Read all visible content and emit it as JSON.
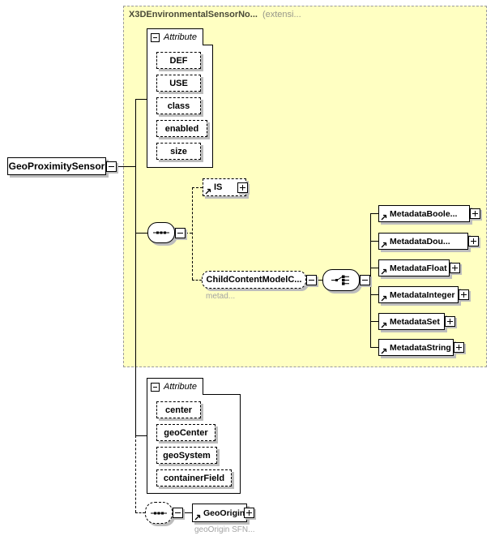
{
  "root_element": {
    "label": "GeoProximitySensor"
  },
  "base_group": {
    "title": "X3DEnvironmentalSensorNo...",
    "title_suffix": "(extensi...",
    "attribute_group": {
      "label": "Attribute",
      "items": [
        "DEF",
        "USE",
        "class",
        "enabled",
        "size"
      ]
    },
    "is_element": {
      "label": "IS"
    },
    "child_content_element": {
      "label": "ChildContentModelC...",
      "subtext": "metad..."
    },
    "metadata_elements": [
      {
        "label": "MetadataBoole..."
      },
      {
        "label": "MetadataDou..."
      },
      {
        "label": "MetadataFloat"
      },
      {
        "label": "MetadataInteger"
      },
      {
        "label": "MetadataSet"
      },
      {
        "label": "MetadataString"
      }
    ]
  },
  "local_attribute_group": {
    "label": "Attribute",
    "items": [
      "center",
      "geoCenter",
      "geoSystem",
      "containerField"
    ]
  },
  "geo_origin_element": {
    "label": "GeoOrigin",
    "subtext": "geoOrigin SFN..."
  },
  "colors": {
    "group_fill": "#FFFFC2",
    "shadow": "#bdbdbd",
    "line": "#000000"
  }
}
